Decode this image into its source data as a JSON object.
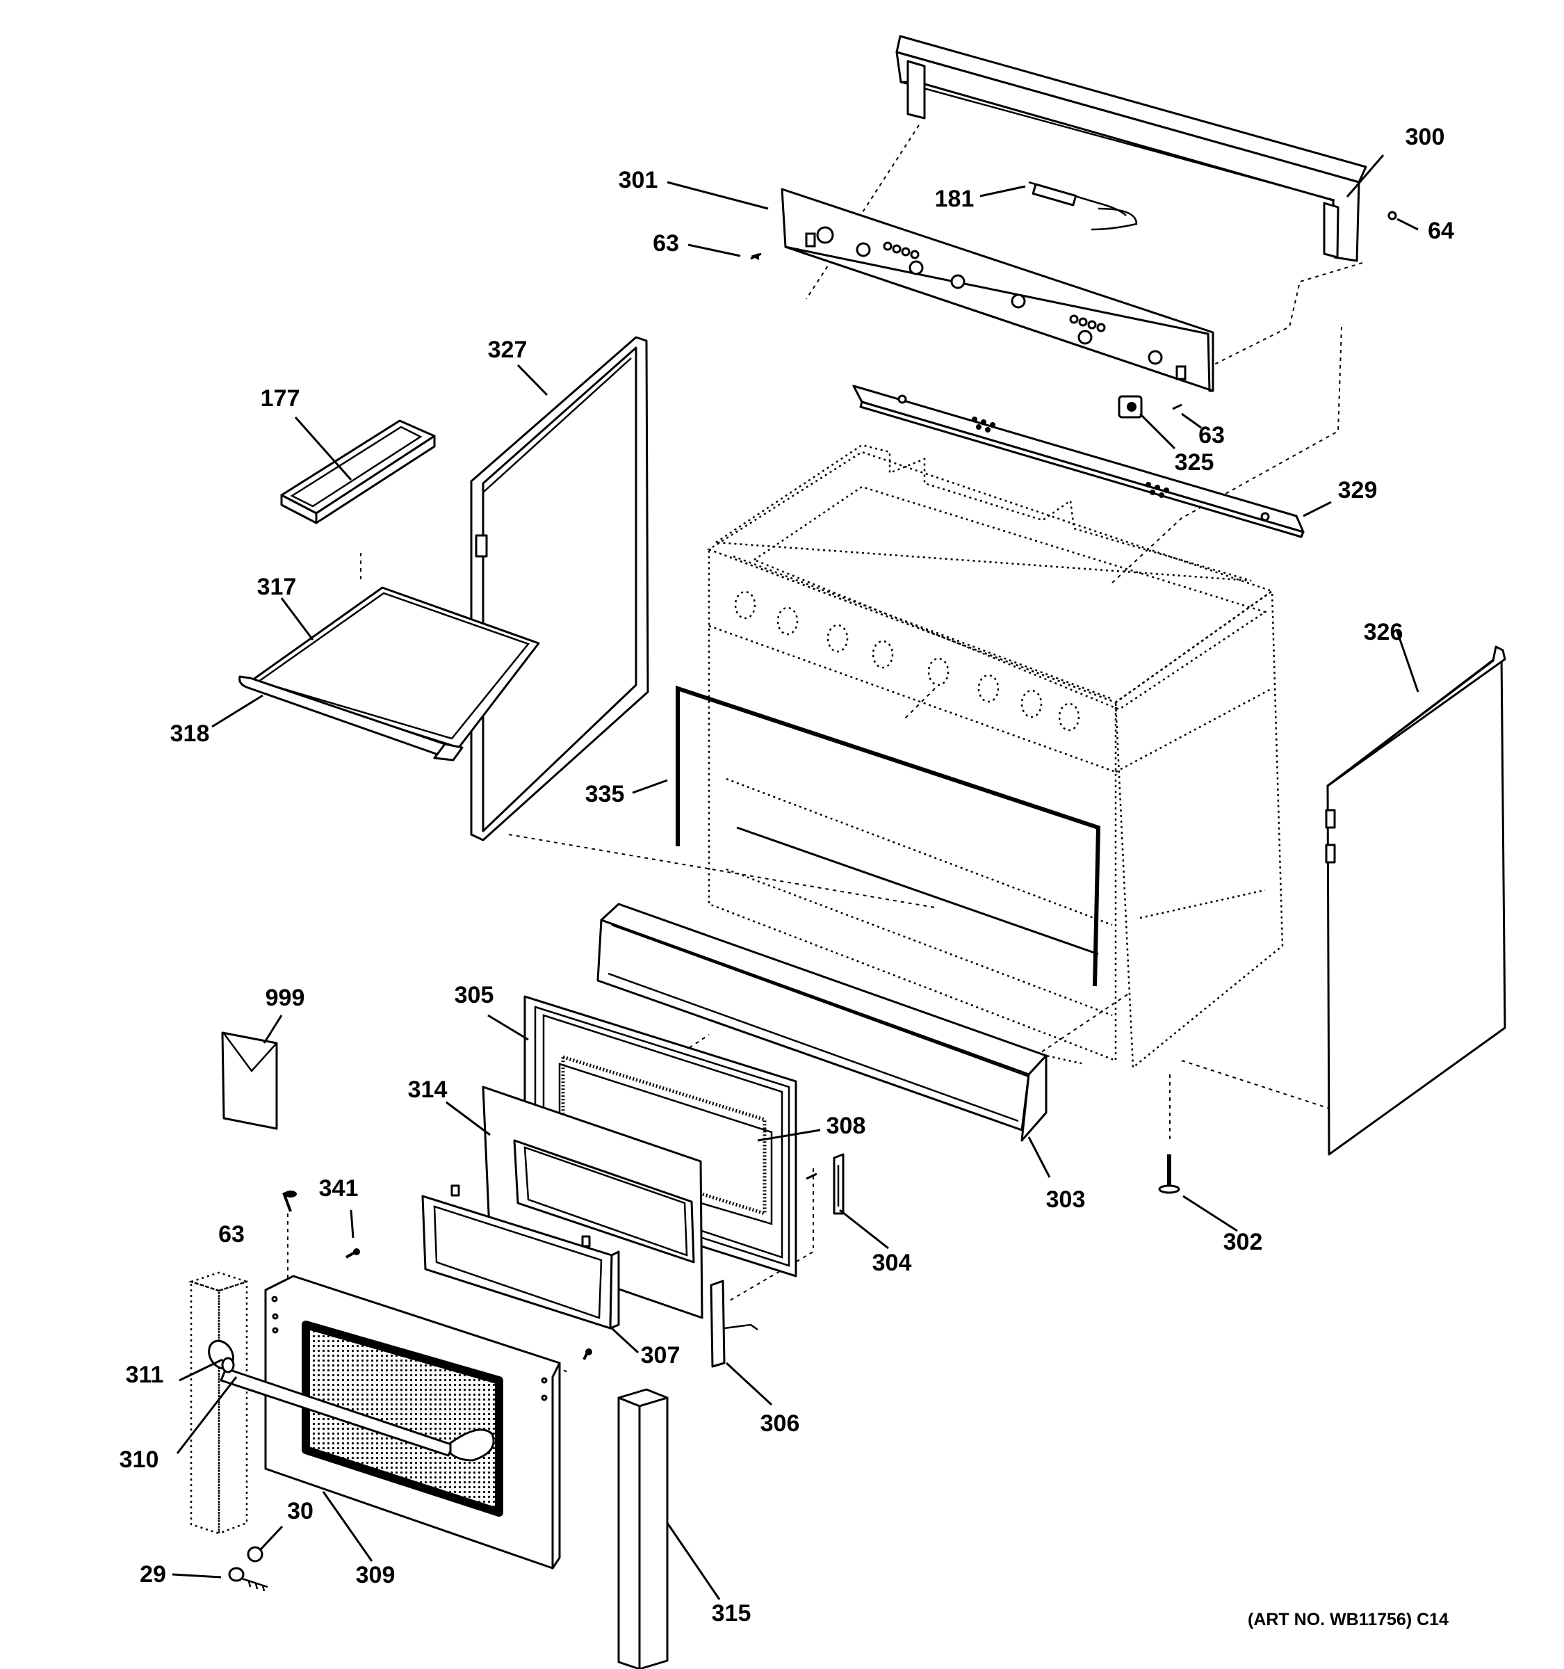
{
  "diagram": {
    "art_number": "(ART NO. WB11756) C14",
    "callouts": {
      "c300": "300",
      "c301": "301",
      "c181": "181",
      "c63a": "63",
      "c64": "64",
      "c327": "327",
      "c177": "177",
      "c63b": "63",
      "c325": "325",
      "c329": "329",
      "c317": "317",
      "c326": "326",
      "c318": "318",
      "c335": "335",
      "c999": "999",
      "c305": "305",
      "c314": "314",
      "c308": "308",
      "c341": "341",
      "c63c": "63",
      "c303": "303",
      "c304": "304",
      "c302": "302",
      "c307": "307",
      "c311": "311",
      "c306": "306",
      "c310": "310",
      "c30": "30",
      "c29": "29",
      "c309": "309",
      "c315": "315"
    }
  }
}
